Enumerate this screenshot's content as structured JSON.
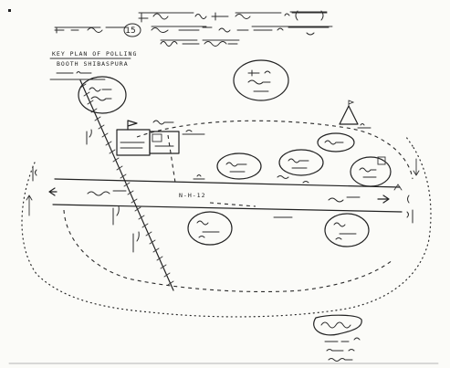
{
  "map": {
    "key_plan": {
      "line1": "KEY PLAN OF POLLING",
      "line2": "BOOTH SHIBASPURA"
    },
    "highway": "N-H-12",
    "features": [
      "railway-line",
      "national-highway",
      "polling-booth",
      "temple",
      "settlement-circles",
      "dotted-boundary"
    ]
  },
  "colors": {
    "paper": "#fbfbf8",
    "ink": "#222222"
  }
}
